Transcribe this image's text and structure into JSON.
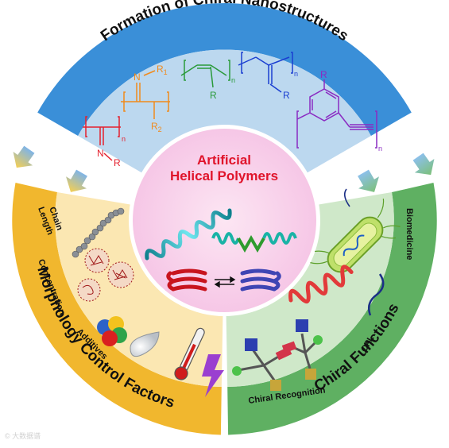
{
  "center": {
    "line1": "Artificial",
    "line2": "Helical Polymers"
  },
  "top_band": {
    "title": "Formation of Chiral Nanostructures"
  },
  "left_band": {
    "title": "Morphology Control Factors"
  },
  "right_band": {
    "title": "Chiral Functions"
  },
  "factors": {
    "chain_length_1": "Chain",
    "chain_length_2": "Length",
    "concentration": "Concentration",
    "additives": "Additives"
  },
  "functions": {
    "biomedicine": "Biomedicine",
    "cpl": "CPL",
    "chiral_recognition": "Chiral Recognition"
  },
  "structures": {
    "s1_atom": "N",
    "s1_sub": "R",
    "s1_n": "n",
    "s2_atom": "N",
    "s2_r1": "R",
    "s2_r1_sub": "1",
    "s2_r2": "R",
    "s2_r2_sub": "2",
    "s3_r": "R",
    "s3_n": "n",
    "s4_r": "R",
    "s4_n": "n",
    "s5_r": "R",
    "s5_n": "n"
  },
  "watermark": "© 大数据谱"
}
